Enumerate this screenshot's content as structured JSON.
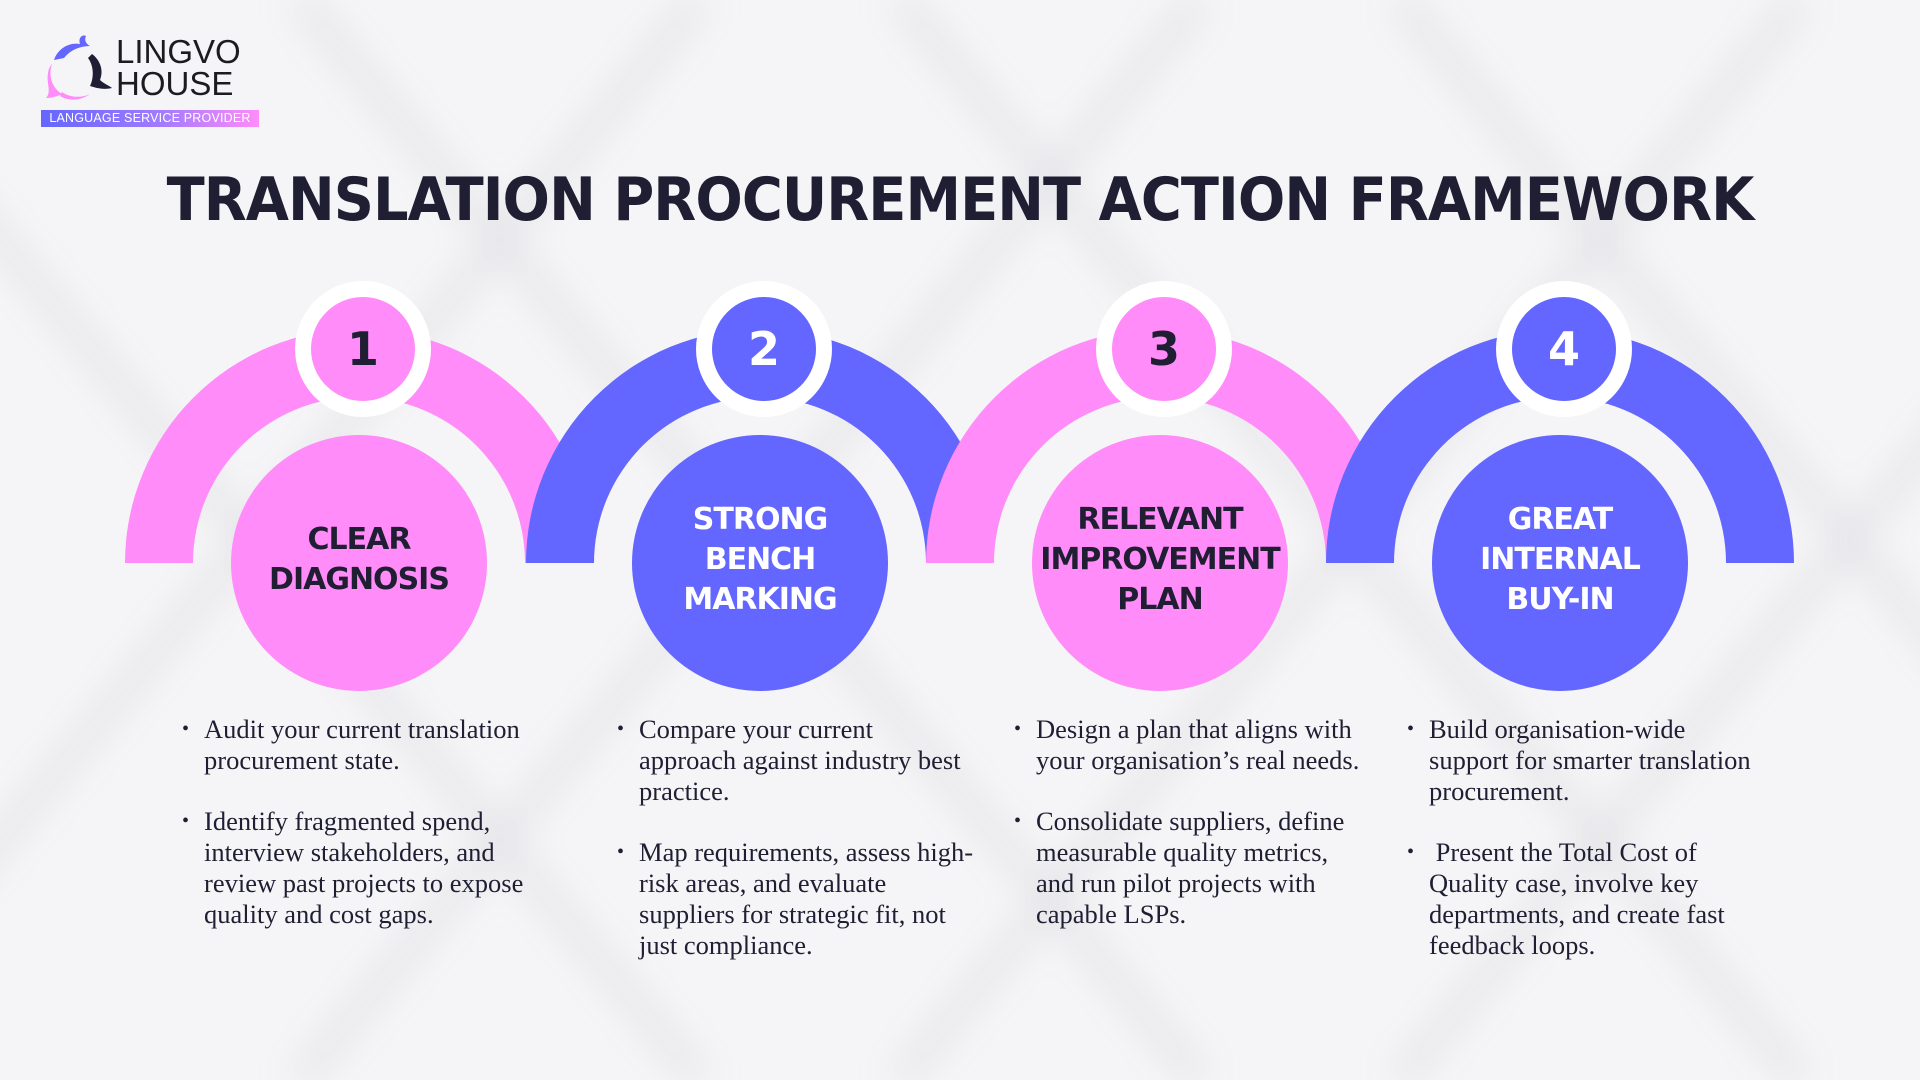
{
  "brand": {
    "name_line1": "LINGVO",
    "name_line2": "HOUSE",
    "tagline": "LANGUAGE SERVICE PROVIDER",
    "icon": "dolphins-circle-logo-icon"
  },
  "title": "TRANSLATION PROCUREMENT ACTION FRAMEWORK",
  "colors": {
    "pink": "#ff8cf9",
    "blue": "#6366ff",
    "text_dark": "#1f1e33",
    "background": "#f4f4f6"
  },
  "steps": [
    {
      "number": "1",
      "color": "pink",
      "label_lines": [
        "CLEAR",
        "DIAGNOSIS"
      ],
      "bullets": [
        "Audit your current translation procurement state.",
        "Identify fragmented spend, interview stakeholders, and review past projects to expose quality and cost gaps."
      ]
    },
    {
      "number": "2",
      "color": "blue",
      "label_lines": [
        "STRONG",
        "BENCH",
        "MARKING"
      ],
      "bullets": [
        "Compare your current approach against industry best practice.",
        "Map requirements, assess high-risk areas, and evaluate suppliers for strategic fit, not just compliance."
      ]
    },
    {
      "number": "3",
      "color": "pink",
      "label_lines": [
        "RELEVANT",
        "IMPROVEMENT",
        "PLAN"
      ],
      "bullets": [
        "Design a plan that aligns with your organisation’s real needs.",
        "Consolidate suppliers, define measurable quality metrics, and run pilot projects with capable LSPs."
      ]
    },
    {
      "number": "4",
      "color": "blue",
      "label_lines": [
        "GREAT",
        "INTERNAL",
        "BUY-IN"
      ],
      "bullets": [
        "Build organisation-wide support for smarter translation procurement.",
        " Present the Total Cost of Quality case, involve key departments, and create fast feedback loops."
      ]
    }
  ]
}
